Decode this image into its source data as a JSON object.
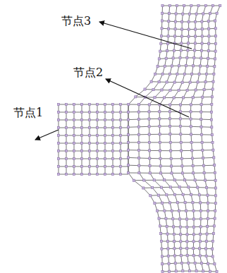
{
  "diagram": {
    "labels": [
      "节点3",
      "节点2",
      "节点1"
    ]
  }
}
